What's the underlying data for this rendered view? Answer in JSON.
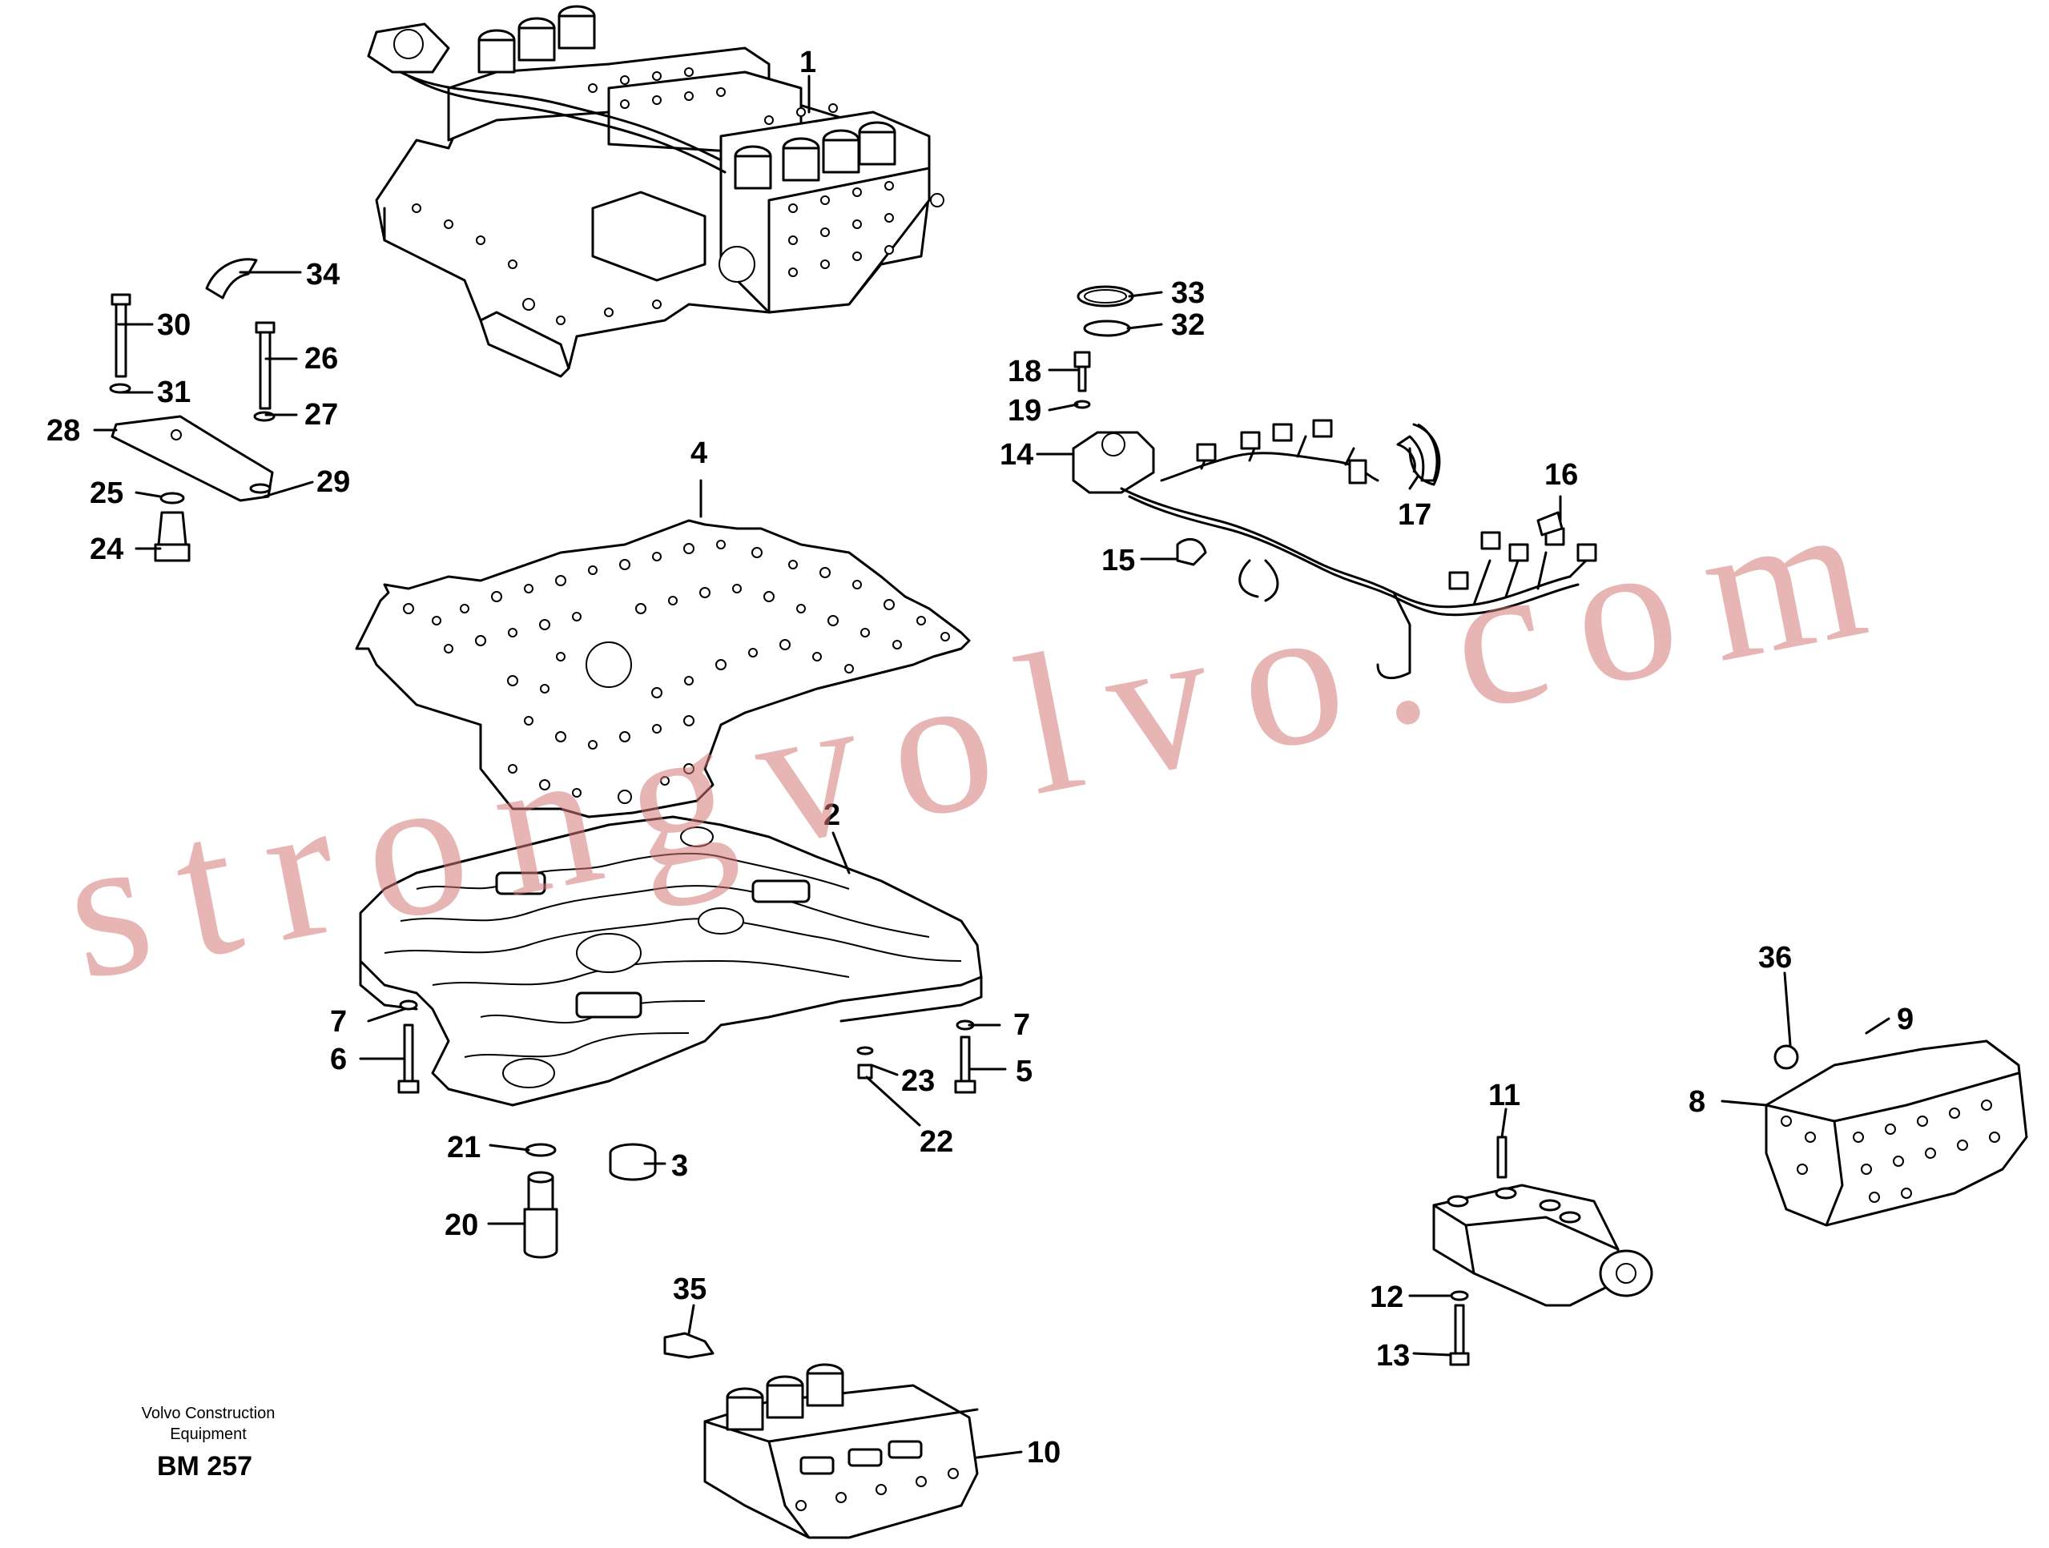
{
  "diagram": {
    "callouts": [
      "1",
      "2",
      "3",
      "4",
      "5",
      "6",
      "7",
      "7",
      "8",
      "9",
      "10",
      "11",
      "12",
      "13",
      "14",
      "15",
      "16",
      "17",
      "18",
      "19",
      "20",
      "21",
      "22",
      "23",
      "24",
      "25",
      "26",
      "27",
      "28",
      "29",
      "30",
      "31",
      "32",
      "33",
      "34",
      "35",
      "36"
    ]
  },
  "caption": {
    "company_line1": "Volvo Construction",
    "company_line2": "Equipment",
    "code": "BM 257"
  },
  "watermark": "strongvolvo.com"
}
